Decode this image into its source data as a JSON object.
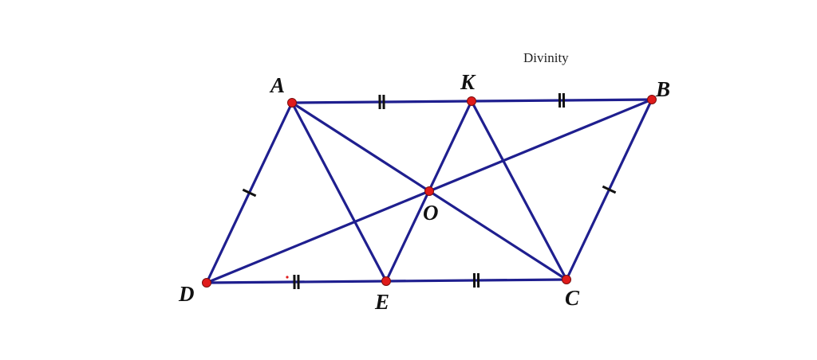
{
  "watermark": "Divinity",
  "colors": {
    "segment": "#1f1f8f",
    "point": "#e01b1b",
    "tick": "#111111"
  },
  "points": {
    "A": "A",
    "B": "B",
    "C": "C",
    "D": "D",
    "E": "E",
    "K": "K",
    "O": "O"
  },
  "segments": [
    [
      "A",
      "K"
    ],
    [
      "K",
      "B"
    ],
    [
      "B",
      "C"
    ],
    [
      "D",
      "E"
    ],
    [
      "E",
      "C"
    ],
    [
      "A",
      "D"
    ],
    [
      "A",
      "E"
    ],
    [
      "A",
      "C"
    ],
    [
      "D",
      "B"
    ],
    [
      "K",
      "E"
    ],
    [
      "K",
      "C"
    ]
  ],
  "equal_marks": {
    "single": [
      [
        "A",
        "D"
      ],
      [
        "B",
        "C"
      ]
    ],
    "double": [
      [
        "A",
        "K"
      ],
      [
        "K",
        "B"
      ],
      [
        "D",
        "E"
      ],
      [
        "E",
        "C"
      ]
    ]
  }
}
